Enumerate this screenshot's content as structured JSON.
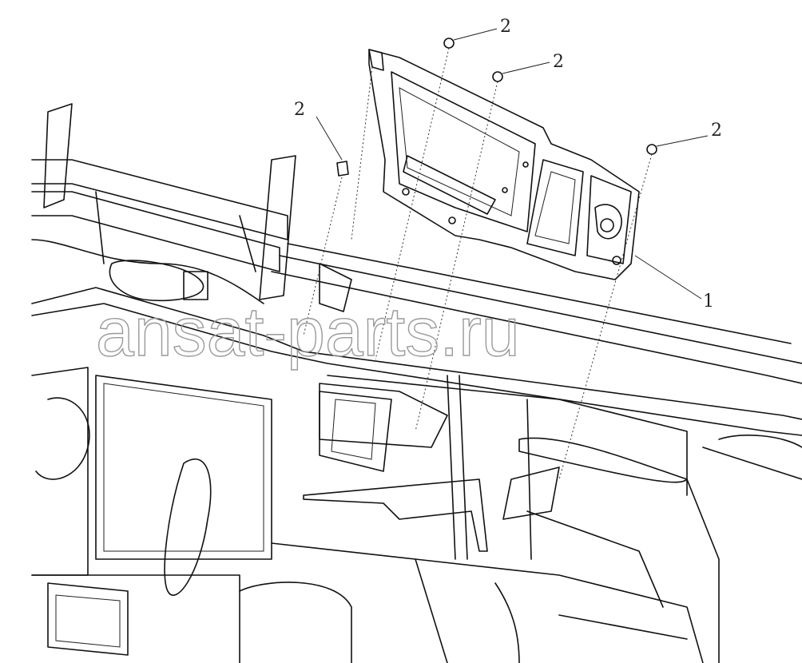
{
  "callouts": [
    {
      "id": "nut-top",
      "label": "2"
    },
    {
      "id": "nut-mid",
      "label": "2"
    },
    {
      "id": "nut-left",
      "label": "2"
    },
    {
      "id": "nut-right",
      "label": "2"
    },
    {
      "id": "bracket",
      "label": "1"
    }
  ],
  "watermark": "ansat-parts.ru"
}
